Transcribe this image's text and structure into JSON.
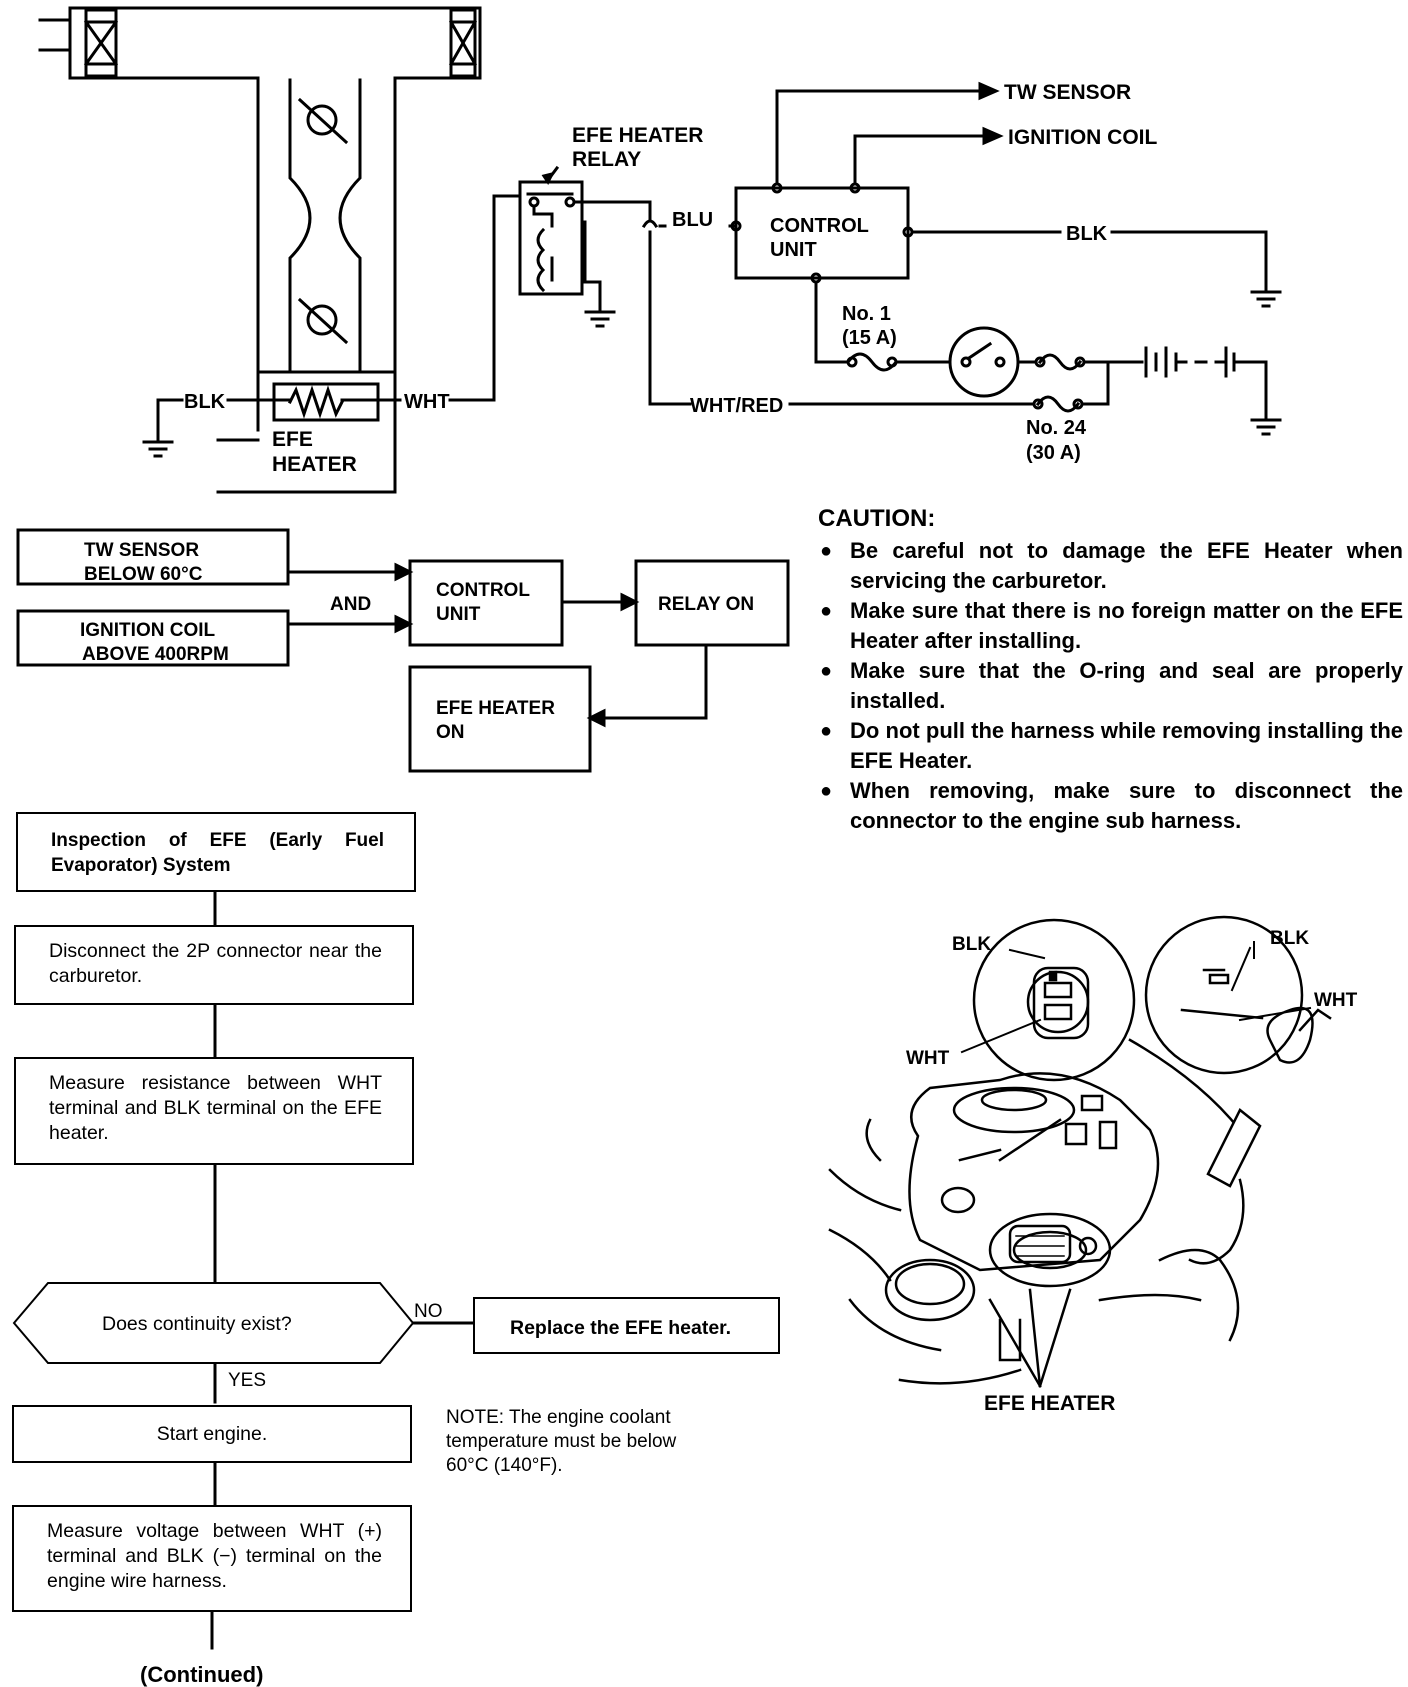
{
  "circuit": {
    "tw_sensor": "TW SENSOR",
    "ignition_coil": "IGNITION COIL",
    "relay_label_line1": "EFE HEATER",
    "relay_label_line2": "RELAY",
    "blu": "BLU",
    "control_unit_line1": "CONTROL",
    "control_unit_line2": "UNIT",
    "blk_right": "BLK",
    "fuse1_line1": "No. 1",
    "fuse1_line2": "(15 A)",
    "blk_left": "BLK",
    "wht": "WHT",
    "wht_red": "WHT/RED",
    "heater_line1": "EFE",
    "heater_line2": "HEATER",
    "fuse24_line1": "No. 24",
    "fuse24_line2": "(30 A)"
  },
  "logic": {
    "tw_line1": "TW SENSOR",
    "tw_line2": "BELOW 60°C",
    "ig_line1": "IGNITION COIL",
    "ig_line2": "ABOVE 400RPM",
    "and": "AND",
    "cu_line1": "CONTROL",
    "cu_line2": "UNIT",
    "relay_on": "RELAY ON",
    "heater_line1": "EFE HEATER",
    "heater_line2": "ON"
  },
  "caution": {
    "title": "CAUTION:",
    "items": [
      "Be careful not to damage the EFE Heater when servicing the carburetor.",
      "Make sure that there is no foreign matter on the EFE Heater after installing.",
      "Make sure that the O-ring and seal are properly installed.",
      "Do not pull the harness while removing installing the EFE Heater.",
      "When removing, make sure to disconnect the connector to the engine sub harness."
    ]
  },
  "illustration": {
    "blk_left": "BLK",
    "wht_left": "WHT",
    "blk_right": "BLK",
    "wht_right": "WHT",
    "caption": "EFE HEATER"
  },
  "flowchart": {
    "step1": "Inspection of EFE (Early Fuel Evaporator) System",
    "step2": "Disconnect the 2P connector near the carburetor.",
    "step3": "Measure resistance between WHT terminal and BLK terminal on the EFE heater.",
    "decision": "Does continuity exist?",
    "no": "NO",
    "replace": "Replace the EFE heater.",
    "yes": "YES",
    "step4": "Start engine.",
    "note": "NOTE: The engine coolant temperature must be below 60°C (140°F).",
    "step5": "Measure voltage between WHT (+) terminal and BLK (−) terminal on the engine wire harness.",
    "continued": "(Continued)"
  }
}
